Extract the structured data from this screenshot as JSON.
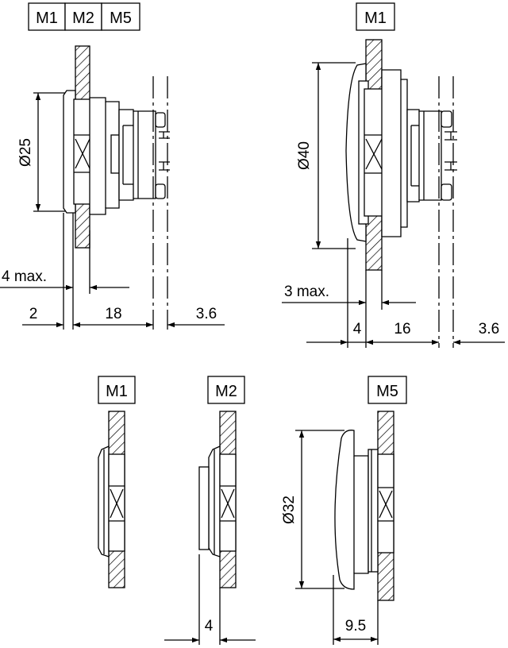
{
  "top_left": {
    "variant_labels": [
      "M1",
      "M2",
      "M5"
    ],
    "diameter": "Ø25",
    "dim_max": "4 max.",
    "dim_a": "2",
    "dim_b": "18",
    "dim_c": "3.6"
  },
  "top_right": {
    "variant_label": "M1",
    "diameter": "Ø40",
    "dim_max": "3 max.",
    "dim_a": "4",
    "dim_b": "16",
    "dim_c": "3.6"
  },
  "bottom": {
    "m1": {
      "label": "M1"
    },
    "m2": {
      "label": "M2",
      "dim": "4"
    },
    "m5": {
      "label": "M5",
      "diameter": "Ø32",
      "dim": "9.5"
    }
  }
}
